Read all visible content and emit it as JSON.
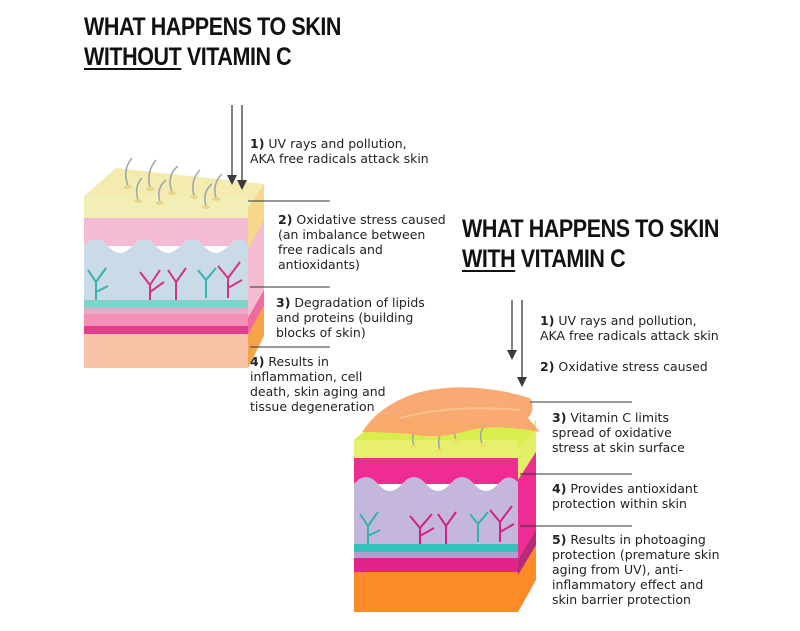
{
  "left_panel": {
    "title_line1": "WHAT HAPPENS TO SKIN",
    "title_emphasis": "WITHOUT",
    "title_rest": " VITAMIN C",
    "steps": [
      {
        "num": "1)",
        "text": "UV rays and pollution, AKA free radicals attack skin"
      },
      {
        "num": "2)",
        "text": "Oxidative stress caused (an imbalance between free radicals and antioxidants)"
      },
      {
        "num": "3)",
        "text": "Degradation of lipids and proteins (building blocks of skin)"
      },
      {
        "num": "4)",
        "text": "Results in inflammation, cell death, skin aging and tissue degeneration"
      }
    ]
  },
  "right_panel": {
    "title_line1": "WHAT HAPPENS TO SKIN",
    "title_emphasis": "WITH",
    "title_rest": " VITAMIN C",
    "steps": [
      {
        "num": "1)",
        "text": "UV rays and pollution, AKA free radicals attack skin"
      },
      {
        "num": "2)",
        "text": "Oxidative stress caused"
      },
      {
        "num": "3)",
        "text": "Vitamin C limits spread of oxidative stress at skin surface"
      },
      {
        "num": "4)",
        "text": "Provides antioxidant protection within skin"
      },
      {
        "num": "5)",
        "text": "Results in photoaging protection (premature skin aging from UV), anti-inflammatory effect and skin barrier protection"
      }
    ]
  },
  "colors": {
    "left_top": "#f4ebb0",
    "left_epidermis": "#f3bcd2",
    "left_dermis": "#c9dbe6",
    "left_band": "#f48fb5",
    "left_base": "#f7c2a6",
    "left_side": "#f5a44a",
    "right_top": "#d9ee4d",
    "right_epidermis": "#ee2c93",
    "right_dermis": "#c5b7dc",
    "right_band": "#e2238a",
    "right_base": "#fb8a27",
    "vitamin_c_layer": "#f9a56c",
    "arrow": "#3a3a3a"
  },
  "icons": [
    "uv-arrow-icon",
    "hair-icon",
    "blood-vessel-icon",
    "vitamin-c-layer-icon"
  ]
}
